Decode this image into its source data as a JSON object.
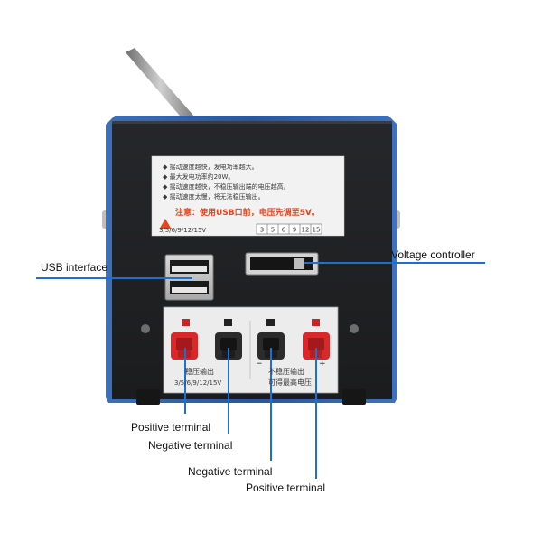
{
  "colors": {
    "background": "#ffffff",
    "body_front": "#1e1f22",
    "body_trim": "#2f5fa8",
    "sticker_bg": "#f2f2f2",
    "terminal_red": "#d8282a",
    "terminal_black": "#2b2b2b",
    "callout_line": "#1f6fd1",
    "warning_text": "#e2461e"
  },
  "sticker": {
    "lines": [
      "◆ 摇动速度越快，发电功率越大。",
      "◆ 最大发电功率约20W。",
      "◆ 摇动速度越快，不稳压输出端的电压越高。",
      "◆ 摇动速度太慢，将无法稳压输出。"
    ],
    "warning": "注意：使用USB口前，电压先调至5V。",
    "range_label": "3/5/6/9/12/15V",
    "scale_marks": [
      "3",
      "5",
      "6",
      "9",
      "12",
      "15"
    ]
  },
  "terminal_labels": {
    "regulated_title": "稳压输出",
    "regulated_range": "3/5/6/9/12/15V",
    "unregulated_title": "不稳压输出",
    "unregulated_note": "可得最高电压",
    "minus_sign": "−",
    "plus_sign": "+"
  },
  "callouts": {
    "usb": "USB interface",
    "voltage": "Voltage controller",
    "pos1": "Positive terminal",
    "neg1": "Negative terminal",
    "neg2": "Negative terminal",
    "pos2": "Positive terminal"
  }
}
